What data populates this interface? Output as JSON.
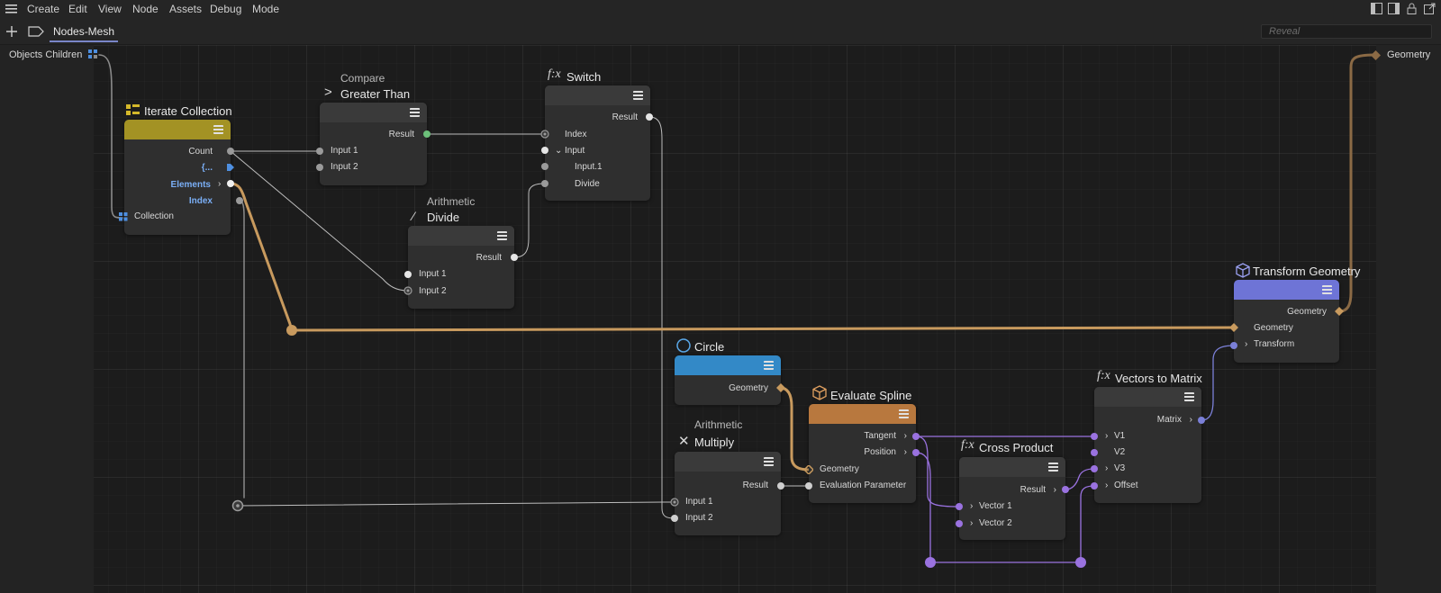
{
  "menubar": {
    "items": [
      "Create",
      "Edit",
      "View",
      "Node",
      "Assets",
      "Debug",
      "Mode"
    ]
  },
  "tabbar": {
    "active_tab": "Nodes-Mesh",
    "search_placeholder": "Reveal"
  },
  "side": {
    "left_label": "Objects Children",
    "right_label": "Geometry"
  },
  "nodes": {
    "iterate": {
      "title": "Iterate Collection",
      "ports": [
        "Count",
        "{...",
        "Elements",
        "Index",
        "Collection"
      ],
      "color": "#a39224"
    },
    "compare": {
      "subtitle": "Compare",
      "title": "Greater Than",
      "ports": [
        "Result",
        "Input 1",
        "Input 2"
      ]
    },
    "switch": {
      "icon": "f:x",
      "title": "Switch",
      "ports": [
        "Result",
        "Index",
        "Input",
        "Input.1",
        "Divide"
      ]
    },
    "divide": {
      "subtitle": "Arithmetic",
      "title": "Divide",
      "ports": [
        "Result",
        "Input 1",
        "Input 2"
      ]
    },
    "transform": {
      "title": "Transform Geometry",
      "ports": [
        "Geometry",
        "Geometry",
        "Transform"
      ],
      "color": "#6e74d6"
    },
    "circle": {
      "title": "Circle",
      "ports": [
        "Geometry"
      ],
      "color": "#3389c7"
    },
    "evaluate": {
      "title": "Evaluate Spline",
      "ports": [
        "Tangent",
        "Position",
        "Geometry",
        "Evaluation Parameter"
      ],
      "color": "#b8783e"
    },
    "vecmatrix": {
      "icon": "f:x",
      "title": "Vectors to Matrix",
      "ports": [
        "Matrix",
        "V1",
        "V2",
        "V3",
        "Offset"
      ]
    },
    "multiply": {
      "subtitle": "Arithmetic",
      "title": "Multiply",
      "ports": [
        "Result",
        "Input 1",
        "Input 2"
      ]
    },
    "cross": {
      "icon": "f:x",
      "title": "Cross Product",
      "ports": [
        "Result",
        "Vector 1",
        "Vector 2"
      ]
    }
  },
  "colors": {
    "wire_grey": "#bdbdbd",
    "wire_orange": "#c89a5e",
    "wire_purple": "#9a72e0",
    "wire_blue": "#7b80d8",
    "port_green": "#6cc07a",
    "port_blue": "#4e8fe0"
  }
}
